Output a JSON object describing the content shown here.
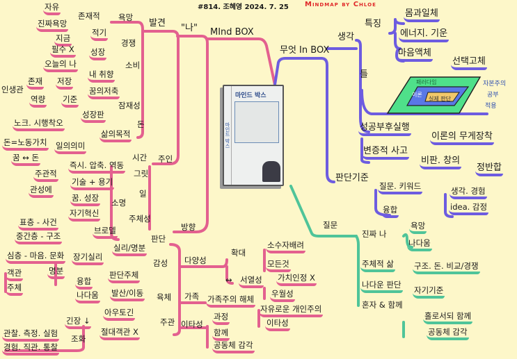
{
  "header": {
    "title": "#814. 조혜영 2024. 7. 25",
    "brand": "Mindmap by Chloe"
  },
  "book": {
    "title": "마인드 박스",
    "spine": "마인드 박스"
  },
  "colors": {
    "background": "#fdf7c9",
    "pink": "#e3608f",
    "purple": "#6d5ce0",
    "green": "#4fc499",
    "brand": "#e02a2a"
  },
  "pink": [
    "자유",
    "진짜욕망",
    "존재적",
    "욕망",
    "발견",
    "\"나\"",
    "MInd BOX",
    "지금",
    "적기",
    "경쟁",
    "필수 X",
    "성장",
    "오늘의 나",
    "소비",
    "내 취향",
    "인생관",
    "존재",
    "저장",
    "꿈의저축",
    "역량",
    "기준",
    "잠재성",
    "성장판",
    "노크. 시행착오",
    "돈",
    "삶의목적",
    "돈=노동가치",
    "일의의미",
    "꿈 ↔ 돈",
    "시간",
    "주인",
    "즉시. 압축. 역동",
    "주관적",
    "그릿",
    "기술 + 용기",
    "관성에",
    "일",
    "꿈. 성장",
    "소명",
    "자기혁신",
    "주체성",
    "표층 - 사건",
    "방향",
    "브로델",
    "중간층 - 구조",
    "판단",
    "실리/명분",
    "심층 - 마음. 문화",
    "장기실리",
    "감성",
    "다양성",
    "확대",
    "객관",
    "명분",
    "판단주체",
    "융합",
    "주체",
    "나다움",
    "발산/이동",
    "육체",
    "가족",
    "가족주의 해체",
    "아우토긴",
    "긴장 ↓",
    "주관",
    "이타성",
    "과정",
    "절대객관 X",
    "관찰. 측정. 실험",
    "함께",
    "조화",
    "경험. 직관. 통찰",
    "공동체 감각",
    "소수자배려",
    "모든것",
    "↔",
    "서열성",
    "가치인정 X",
    "우월성",
    "자유로운 개인주의",
    "이타성"
  ],
  "purple": [
    "무엇 In BOX",
    "생각",
    "특징",
    "몸과일체",
    "에너지. 기운",
    "마음액체",
    "선택고체",
    "틀",
    "패러다임",
    "이론",
    "실제 판단",
    "자본주의",
    "공부",
    "적용",
    "성공부후실행",
    "이론의 무게장착",
    "변증적 사고",
    "비판. 창의",
    "정반합",
    "판단기준",
    "질문. 키워드",
    "생각. 경험",
    "융합",
    "idea. 감정"
  ],
  "green": [
    "질문",
    "진짜 나",
    "욕망",
    "나다움",
    "주체적 삶",
    "구조. 돈. 비교/경쟁",
    "나다운 판단",
    "자기기준",
    "혼자 & 함께",
    "홀로서되 함께",
    "공동체 감각"
  ]
}
